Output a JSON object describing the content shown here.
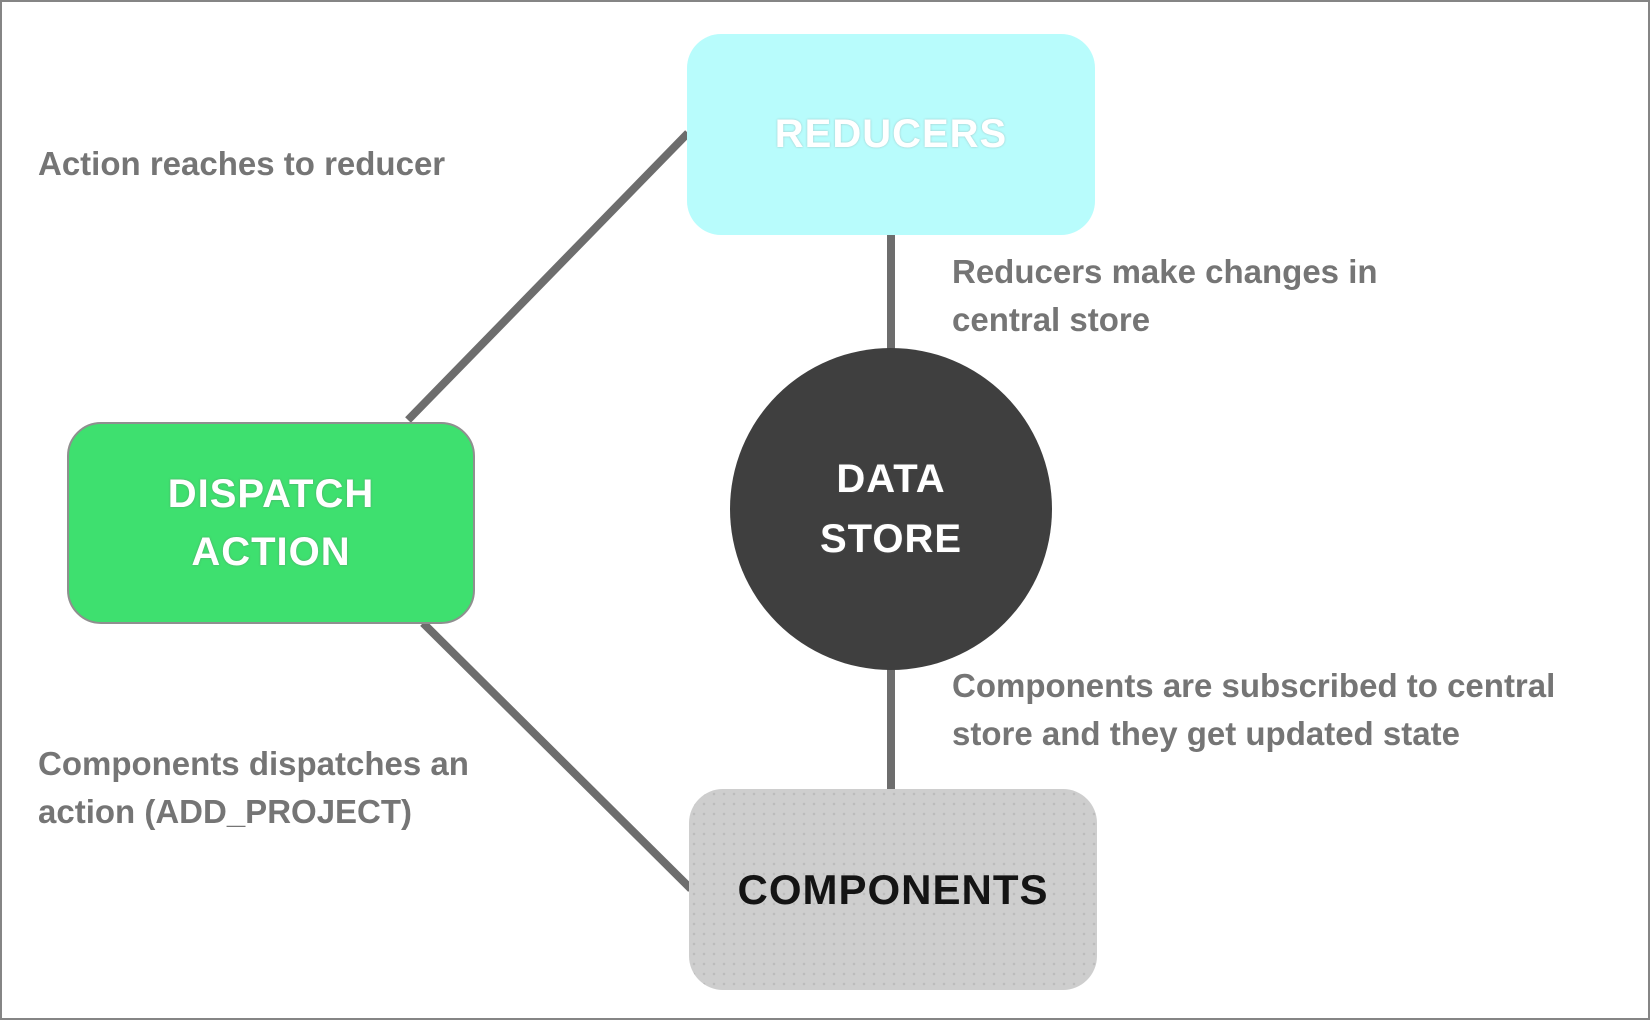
{
  "nodes": {
    "reducers": {
      "label": "REDUCERS",
      "shape": "rounded-rect",
      "fill": "#b8fcfc",
      "text_color": "#ffffff"
    },
    "dispatch_action": {
      "line1": "DISPATCH",
      "line2": "ACTION",
      "shape": "rounded-rect",
      "fill": "#3ee06f",
      "text_color": "#ffffff"
    },
    "data_store": {
      "line1": "DATA",
      "line2": "STORE",
      "shape": "circle",
      "fill": "#3f3f3f",
      "text_color": "#ffffff"
    },
    "components": {
      "label": "COMPONENTS",
      "shape": "rounded-rect",
      "fill": "#cecece",
      "text_color": "#141414"
    }
  },
  "annotations": {
    "action_reaches": {
      "line1": "Action reaches to reducer"
    },
    "reducers_make_changes": {
      "line1": "Reducers make changes in",
      "line2": "central store"
    },
    "components_subscribed": {
      "line1": "Components are subscribed to central",
      "line2": "store and they get updated state"
    },
    "components_dispatches": {
      "line1": "Components dispatches an",
      "line2": "action (ADD_PROJECT)"
    }
  },
  "edges": [
    {
      "from": "dispatch_action",
      "to": "reducers",
      "label": "Action reaches to reducer"
    },
    {
      "from": "reducers",
      "to": "data_store",
      "label": "Reducers make changes in central store"
    },
    {
      "from": "data_store",
      "to": "components",
      "label": "Components are subscribed to central store and they get updated state"
    },
    {
      "from": "dispatch_action",
      "to": "components",
      "label": "Components dispatches an action (ADD_PROJECT)"
    }
  ],
  "colors": {
    "connector": "#6d6d6d",
    "annotation_text": "#757575",
    "canvas_border": "#858585",
    "background": "#ffffff"
  }
}
